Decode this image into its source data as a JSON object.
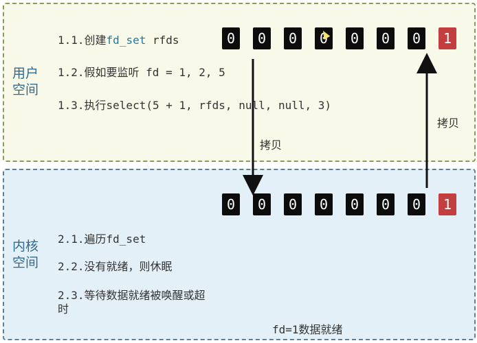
{
  "user_space": {
    "title_line1": "用户",
    "title_line2": "空间",
    "steps": [
      {
        "prefix": "1.1.创建",
        "highlight": "fd_set",
        "suffix": " rfds"
      },
      {
        "text": "1.2.假如要监听 fd = 1, 2, 5"
      },
      {
        "text": "1.3.执行select(5 + 1, rfds, null, null, 3)"
      }
    ],
    "bits": [
      "0",
      "0",
      "0",
      "0",
      "0",
      "0",
      "0",
      "1"
    ]
  },
  "kernel_space": {
    "title_line1": "内核",
    "title_line2": "空间",
    "steps": [
      {
        "text": "2.1.遍历fd_set"
      },
      {
        "text": "2.2.没有就绪，则休眠"
      },
      {
        "text": "2.3.等待数据就绪被唤醒或超时"
      }
    ],
    "bits": [
      "0",
      "0",
      "0",
      "0",
      "0",
      "0",
      "0",
      "1"
    ],
    "ready_note": "fd=1数据就绪"
  },
  "arrows": {
    "down_label": "拷贝",
    "up_label": "拷贝"
  },
  "colors": {
    "bit_zero": "#0c0c0c",
    "bit_one": "#c33f3f",
    "user_zone_bg": "#f8f9e8",
    "kernel_zone_bg": "#e4f0f7",
    "zone_title": "#2f6a8f",
    "highlight_text": "#1f7a9e"
  }
}
